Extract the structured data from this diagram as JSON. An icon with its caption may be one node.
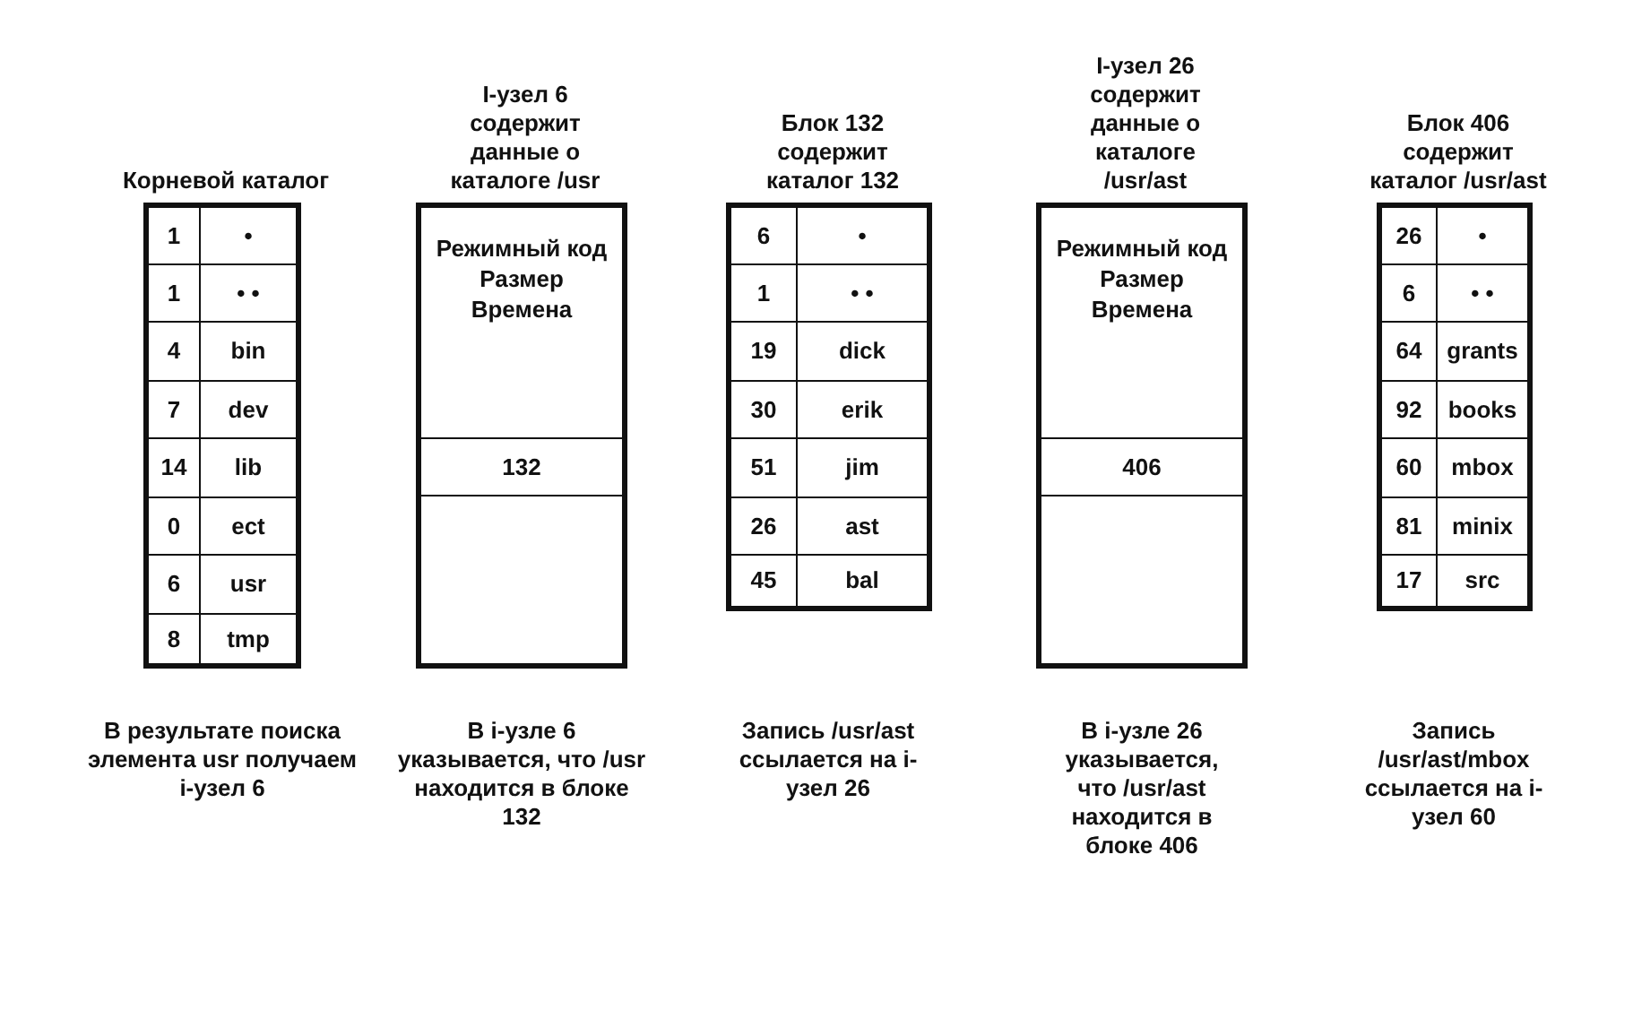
{
  "diagram": {
    "nodes": [
      {
        "text": [
          "Корневой каталог"
        ]
      },
      {
        "text": [
          "1"
        ],
        "in": 0
      },
      {
        "text": [
          "•"
        ],
        "in": 0
      },
      {
        "text": [
          "1"
        ],
        "in": 0
      },
      {
        "text": [
          "• •"
        ],
        "in": 0
      },
      {
        "text": [
          "4"
        ],
        "in": 0
      },
      {
        "text": [
          "bin"
        ],
        "in": 0
      },
      {
        "text": [
          "7"
        ],
        "in": 0
      },
      {
        "text": [
          "dev"
        ],
        "in": 0
      },
      {
        "text": [
          "14"
        ],
        "in": 0
      },
      {
        "text": [
          "lib"
        ],
        "in": 0
      },
      {
        "text": [
          "0"
        ],
        "in": 0
      },
      {
        "text": [
          "ect"
        ],
        "in": 0
      },
      {
        "text": [
          "6"
        ],
        "in": 0
      },
      {
        "text": [
          "usr"
        ],
        "in": 0
      },
      {
        "text": [
          "8"
        ],
        "in": 0
      },
      {
        "text": [
          "tmp"
        ],
        "in": 0
      },
      {
        "text": [
          "I-узел 6 содержит данные о каталоге /usr"
        ]
      },
      {
        "text": [
          "Режимный код",
          "Размер",
          "Времена"
        ],
        "in": 17
      },
      {
        "text": [
          "132"
        ],
        "in": 17
      },
      {
        "text": [],
        "shape": "box",
        "in": 17
      },
      {
        "text": [
          "Блок 132 содержит каталог 132"
        ]
      },
      {
        "text": [
          "6"
        ],
        "in": 21
      },
      {
        "text": [
          "•"
        ],
        "in": 21
      },
      {
        "text": [
          "1"
        ],
        "in": 21
      },
      {
        "text": [
          "• •"
        ],
        "in": 21
      },
      {
        "text": [
          "19"
        ],
        "in": 21
      },
      {
        "text": [
          "dick"
        ],
        "in": 21
      },
      {
        "text": [
          "30"
        ],
        "in": 21
      },
      {
        "text": [
          "erik"
        ],
        "in": 21
      },
      {
        "text": [
          "51"
        ],
        "in": 21
      },
      {
        "text": [
          "jim"
        ],
        "in": 21
      },
      {
        "text": [
          "26"
        ],
        "in": 21
      },
      {
        "text": [
          "ast"
        ],
        "in": 21
      },
      {
        "text": [
          "45"
        ],
        "in": 21
      },
      {
        "text": [
          "bal"
        ],
        "in": 21
      },
      {
        "text": [
          "I-узел 26 содержит данные о каталоге /usr/ast"
        ]
      },
      {
        "text": [
          "Режимный код",
          "Размер",
          "Времена"
        ],
        "in": 36
      },
      {
        "text": [
          "406"
        ],
        "in": 36
      },
      {
        "text": [],
        "shape": "box",
        "in": 36
      },
      {
        "text": [
          "Блок 406 содержит каталог /usr/ast"
        ]
      },
      {
        "text": [
          "26"
        ],
        "in": 40
      },
      {
        "text": [
          "•"
        ],
        "in": 40
      },
      {
        "text": [
          "6"
        ],
        "in": 40
      },
      {
        "text": [
          "• •"
        ],
        "in": 40
      },
      {
        "text": [
          "64"
        ],
        "in": 40
      },
      {
        "text": [
          "grants"
        ],
        "in": 40
      },
      {
        "text": [
          "92"
        ],
        "in": 40
      },
      {
        "text": [
          "books"
        ],
        "in": 40
      },
      {
        "text": [
          "60"
        ],
        "in": 40
      },
      {
        "text": [
          "mbox"
        ],
        "in": 40
      },
      {
        "text": [
          "81"
        ],
        "in": 40
      },
      {
        "text": [
          "minix"
        ],
        "in": 40
      },
      {
        "text": [
          "17"
        ],
        "in": 40
      },
      {
        "text": [
          "src"
        ],
        "in": 40
      }
    ],
    "labels": [
      "В результате поиска элемента usr получаем i-узел 6",
      "В i-узле 6 указывается, что /usr находится в блоке 132",
      "Запись /usr/ast ссылается на i-узел 26",
      "В i-узле 26 указывается, что /usr/ast находится в блоке 406",
      "Запись /usr/ast/mbox ссылается на i-узел 60"
    ]
  }
}
